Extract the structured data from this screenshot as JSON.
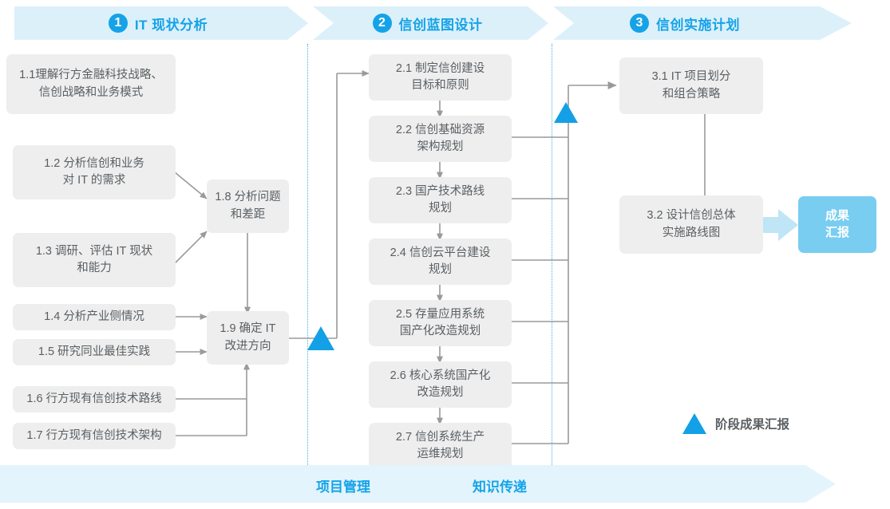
{
  "phases": [
    {
      "num": "1",
      "label": "IT 现状分析"
    },
    {
      "num": "2",
      "label": "信创蓝图设计"
    },
    {
      "num": "3",
      "label": "信创实施计划"
    }
  ],
  "column1": [
    {
      "id": "1.1",
      "text": "1.1理解行方金融科技战略、\n信创战略和业务模式"
    },
    {
      "id": "1.2",
      "text": "1.2 分析信创和业务\n对 IT 的需求"
    },
    {
      "id": "1.3",
      "text": "1.3 调研、评估 IT 现状\n和能力"
    },
    {
      "id": "1.4",
      "text": "1.4 分析产业侧情况"
    },
    {
      "id": "1.5",
      "text": "1.5 研究同业最佳实践"
    },
    {
      "id": "1.6",
      "text": "1.6 行方现有信创技术路线"
    },
    {
      "id": "1.7",
      "text": "1.7 行方现有信创技术架构"
    }
  ],
  "column1b": [
    {
      "id": "1.8",
      "text": "1.8 分析问题\n和差距"
    },
    {
      "id": "1.9",
      "text": "1.9 确定 IT\n改进方向"
    }
  ],
  "column2": [
    {
      "id": "2.1",
      "text": "2.1 制定信创建设\n目标和原则"
    },
    {
      "id": "2.2",
      "text": "2.2 信创基础资源\n架构规划"
    },
    {
      "id": "2.3",
      "text": "2.3 国产技术路线\n规划"
    },
    {
      "id": "2.4",
      "text": "2.4 信创云平台建设\n规划"
    },
    {
      "id": "2.5",
      "text": "2.5 存量应用系统\n国产化改造规划"
    },
    {
      "id": "2.6",
      "text": "2.6 核心系统国产化\n改造规划"
    },
    {
      "id": "2.7",
      "text": "2.7 信创系统生产\n运维规划"
    }
  ],
  "column3": [
    {
      "id": "3.1",
      "text": "3.1 IT 项目划分\n和组合策略"
    },
    {
      "id": "3.2",
      "text": "3.2 设计信创总体\n实施路线图"
    }
  ],
  "result": {
    "text": "成果\n汇报"
  },
  "legend": {
    "label": "阶段成果汇报",
    "icon": "triangle-icon"
  },
  "bottom": {
    "items": [
      "项目管理",
      "知识传递"
    ]
  },
  "colors": {
    "accent": "#15a3e8",
    "band": "#dcf0fa",
    "bottom_band": "#e3f4fc",
    "box": "#eeeeee",
    "box_text": "#5a5f63",
    "result": "#79cdf0",
    "triangle": "#13a0e6",
    "connector": "#9a9a9a",
    "separator": "#3bb4e5"
  }
}
